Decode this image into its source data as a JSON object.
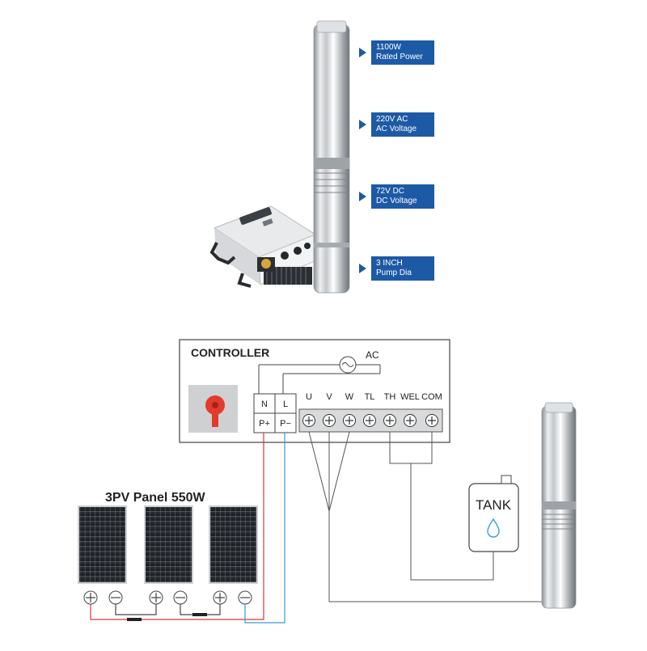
{
  "specs": [
    {
      "value": "1100W",
      "label": "Rated Power"
    },
    {
      "value": "220V AC",
      "label": "AC Voltage"
    },
    {
      "value": "72V DC",
      "label": "DC Voltage"
    },
    {
      "value": "3 INCH",
      "label": "Pump Dia"
    }
  ],
  "diagram": {
    "controller_title": "CONTROLLER",
    "ac_label": "AC",
    "input_top": [
      "N",
      "L"
    ],
    "input_bottom": [
      "P+",
      "P−"
    ],
    "terminals": [
      "U",
      "V",
      "W",
      "TL",
      "TH",
      "WEL",
      "COM"
    ],
    "panel_title": "3PV Panel 550W",
    "tank_label": "TANK"
  },
  "colors": {
    "accent_blue": "#1d5aa6",
    "positive_wire": "#d23a3a",
    "negative_wire": "#3a9ad9",
    "switch_red": "#e23b2c"
  }
}
